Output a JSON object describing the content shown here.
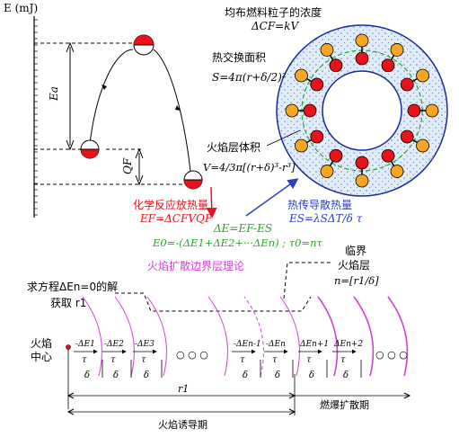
{
  "energy_panel": {
    "y_axis_label": "E (mJ)",
    "ea_label": "Ea",
    "qf_label": "QF"
  },
  "particle_panel": {
    "concentration_title": "均布燃料粒子的浓度",
    "concentration_formula": "ΔCF=kV",
    "area_title": "热交换面积",
    "area_formula": "S=4π(r+δ/2)²",
    "volume_title": "火焰层体积",
    "volume_formula": "V=4/3π[(r+δ)³-r³]"
  },
  "equations": {
    "chem_title": "化学反应放热量",
    "chem_formula": "EF=ΔCFVQF",
    "heat_title": "热传导散热量",
    "heat_formula": "ES=λSΔT/δ τ",
    "delta_e": "ΔE=EF-ES",
    "e0_formula": "E0=-(ΔE1+ΔE2+···ΔEn) ; τ0=nτ",
    "theory_label": "火焰扩散边界层理论",
    "solve_label_line1": "求方程ΔEn=0的解",
    "solve_label_line2": "获取 r1",
    "critical_line1": "临界",
    "critical_line2": "火焰层",
    "critical_formula": "n=[r1/δ]"
  },
  "timeline": {
    "center_label_line1": "火焰",
    "center_label_line2": "中心",
    "steps": [
      "-ΔE1",
      "-ΔE2",
      "-ΔE3",
      "-ΔEn-1",
      "-ΔEn",
      "ΔEn+1",
      "ΔEn+2"
    ],
    "tau": "τ",
    "delta": "δ",
    "ellipsis": "○ ○ ○",
    "r1_label": "r1",
    "induction_period": "火焰诱导期",
    "explosion_period": "燃爆扩散期"
  },
  "colors": {
    "red": "#e8121a",
    "blue": "#2b3fc4",
    "green": "#2aa52a",
    "magenta": "#d43fd4",
    "orange": "#f5a623",
    "ring_fill": "#d8e6f5"
  }
}
